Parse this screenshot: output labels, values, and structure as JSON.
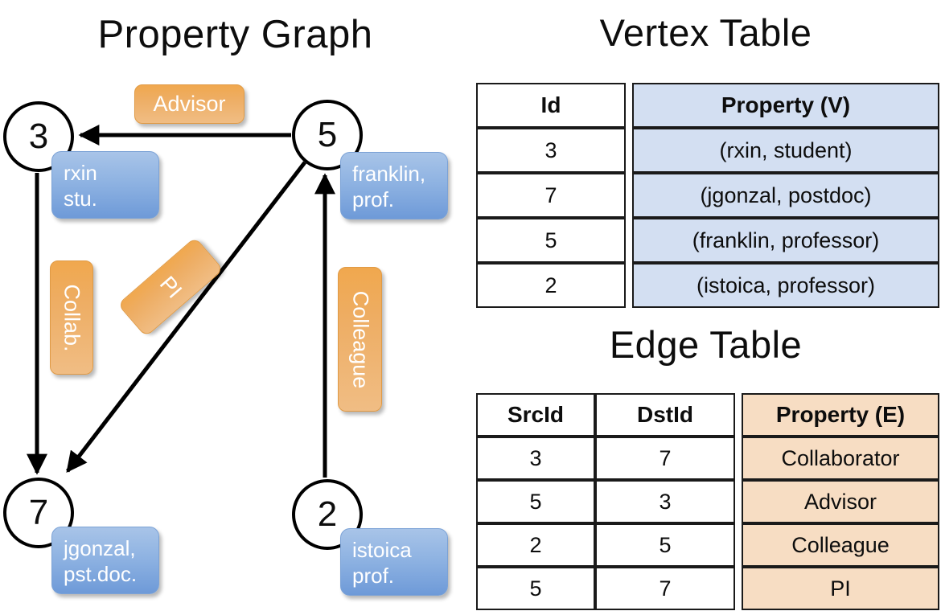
{
  "titles": {
    "property_graph": "Property Graph",
    "vertex_table": "Vertex Table",
    "edge_table": "Edge Table"
  },
  "graph": {
    "nodes": [
      {
        "id": "3",
        "property": "rxin\nstu."
      },
      {
        "id": "5",
        "property": "franklin,\nprof."
      },
      {
        "id": "7",
        "property": "jgonzal,\npst.doc."
      },
      {
        "id": "2",
        "property": "istoica\nprof."
      }
    ],
    "node_labels": {
      "n3": "3",
      "n5": "5",
      "n7": "7",
      "n2": "2"
    },
    "vertex_props": {
      "p3_line1": "rxin",
      "p3_line2": "stu.",
      "p5_line1": "franklin,",
      "p5_line2": "prof.",
      "p7_line1": "jgonzal,",
      "p7_line2": "pst.doc.",
      "p2_line1": "istoica",
      "p2_line2": "prof."
    },
    "edge_labels": {
      "advisor": "Advisor",
      "collab": "Collab.",
      "pi": "PI",
      "colleague": "Colleague"
    },
    "edges": [
      {
        "from": "5",
        "to": "3",
        "label": "Advisor"
      },
      {
        "from": "3",
        "to": "7",
        "label": "Collab."
      },
      {
        "from": "5",
        "to": "7",
        "label": "PI"
      },
      {
        "from": "2",
        "to": "5",
        "label": "Colleague"
      }
    ]
  },
  "vertex_table": {
    "headers": [
      "Id",
      "Property (V)"
    ],
    "rows": [
      {
        "id": "3",
        "property": "(rxin, student)"
      },
      {
        "id": "7",
        "property": "(jgonzal, postdoc)"
      },
      {
        "id": "5",
        "property": "(franklin, professor)"
      },
      {
        "id": "2",
        "property": "(istoica, professor)"
      }
    ]
  },
  "edge_table": {
    "headers": [
      "SrcId",
      "DstId",
      "Property (E)"
    ],
    "rows": [
      {
        "src": "3",
        "dst": "7",
        "property": "Collaborator"
      },
      {
        "src": "5",
        "dst": "3",
        "property": "Advisor"
      },
      {
        "src": "2",
        "dst": "5",
        "property": "Colleague"
      },
      {
        "src": "5",
        "dst": "7",
        "property": "PI"
      }
    ]
  },
  "colors": {
    "vertex_header_fill": "#d3dff2",
    "edge_header_fill": "#f7ddc3",
    "node_property_blue": "#8fb3e2",
    "edge_label_orange": "#eead63",
    "stroke": "#000000",
    "background": "#ffffff"
  }
}
